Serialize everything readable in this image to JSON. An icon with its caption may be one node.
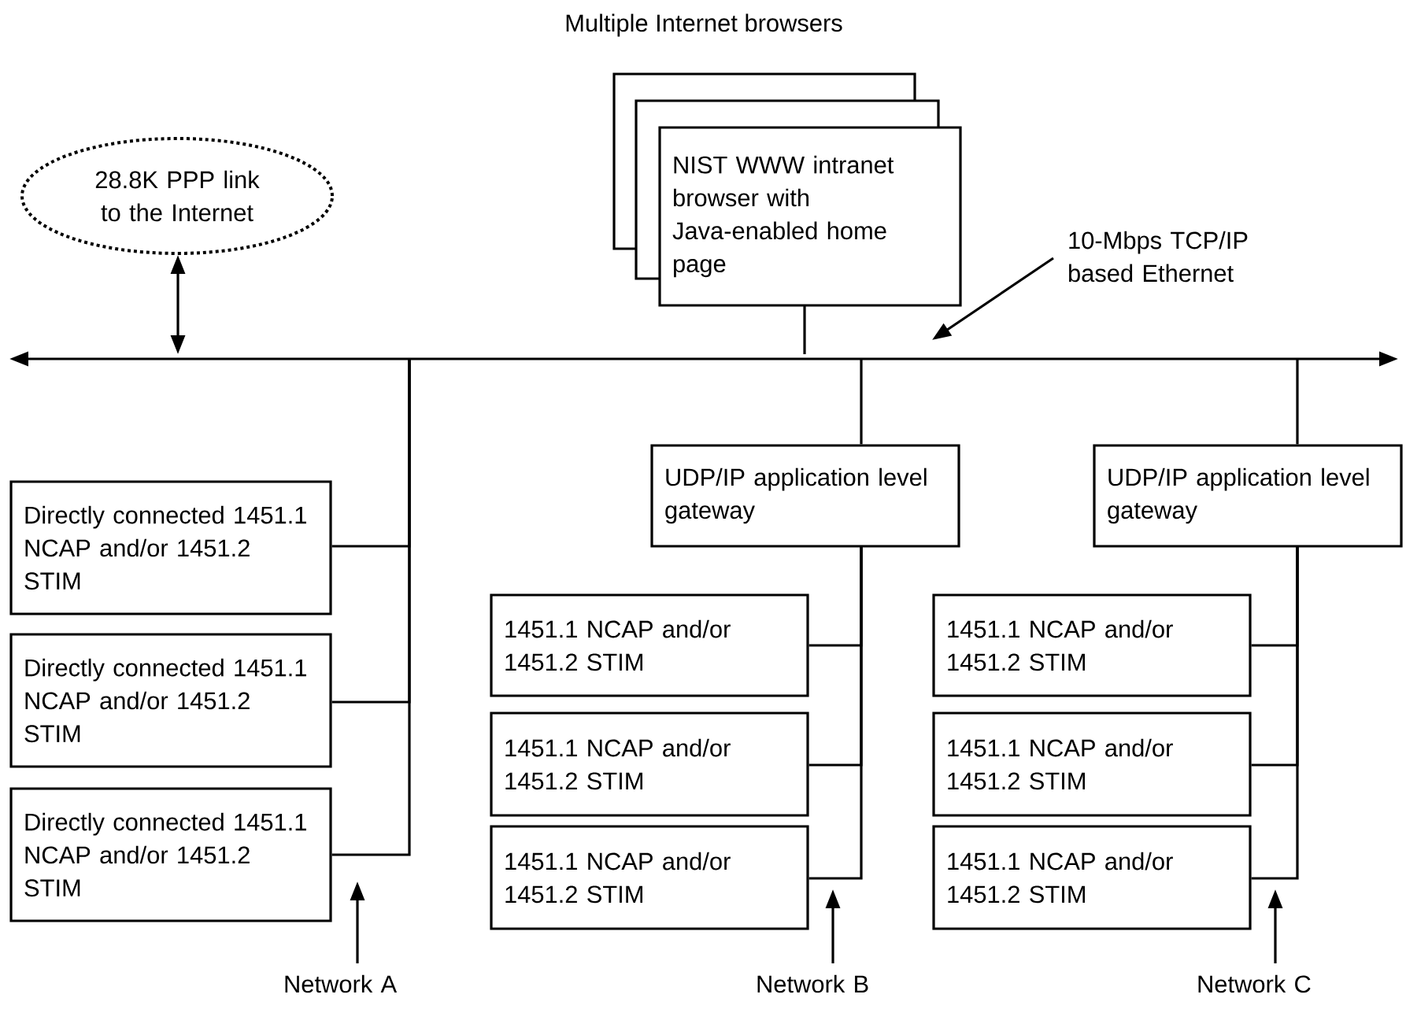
{
  "diagram": {
    "nodes": [
      {
        "text": [
          "28.8K PPP link to the Internet"
        ]
      },
      {
        "text": [
          "NIST WWW intranet browser with Java-enabled home page"
        ],
        "beside": [
          "Multiple Internet browsers"
        ]
      },
      {
        "text": [],
        "shape": "bar"
      },
      {
        "text": [
          "10-Mbps  TCP/IP based Ethernet"
        ]
      },
      {
        "text": [
          "UDP/IP application level gateway"
        ]
      },
      {
        "text": [
          "UDP/IP application level gateway"
        ]
      },
      {
        "text": [
          "Directly connected 1451.1 NCAP and/or 1451.2 STIM"
        ]
      },
      {
        "text": [
          "Directly connected 1451.1 NCAP and/or 1451.2 STIM"
        ]
      },
      {
        "text": [
          "Directly connected 1451.1 NCAP and/or 1451.2 STIM"
        ]
      },
      {
        "text": [
          "1451.1 NCAP and/or 1451.2 STIM"
        ]
      },
      {
        "text": [
          "1451.1 NCAP and/or 1451.2 STIM"
        ]
      },
      {
        "text": [
          "1451.1 NCAP and/or 1451.2 STIM"
        ]
      },
      {
        "text": [
          "1451.1 NCAP and/or 1451.2 STIM"
        ]
      },
      {
        "text": [
          "1451.1 NCAP and/or 1451.2 STIM"
        ]
      },
      {
        "text": [
          "1451.1 NCAP and/or 1451.2 STIM"
        ]
      },
      {
        "text": [
          "Network A"
        ]
      },
      {
        "text": [
          "Network B"
        ]
      },
      {
        "text": [
          "Network C"
        ]
      }
    ],
    "edges": [
      {
        "from": 0,
        "to": 2,
        "arrow": "both"
      },
      {
        "from": 1,
        "to": 2,
        "arrow": "none"
      },
      {
        "from": 3,
        "to": 2,
        "arrow": "to"
      },
      {
        "from": 2,
        "to": 6,
        "arrow": "none"
      },
      {
        "from": 2,
        "to": 7,
        "arrow": "none"
      },
      {
        "from": 2,
        "to": 8,
        "arrow": "none"
      },
      {
        "from": 2,
        "to": 4,
        "arrow": "none"
      },
      {
        "from": 4,
        "to": 9,
        "arrow": "none"
      },
      {
        "from": 4,
        "to": 10,
        "arrow": "none"
      },
      {
        "from": 4,
        "to": 11,
        "arrow": "none"
      },
      {
        "from": 2,
        "to": 5,
        "arrow": "none"
      },
      {
        "from": 5,
        "to": 12,
        "arrow": "none"
      },
      {
        "from": 5,
        "to": 13,
        "arrow": "none"
      },
      {
        "from": 5,
        "to": 14,
        "arrow": "none"
      },
      {
        "from": 15,
        "to": null,
        "arrow": "to"
      },
      {
        "from": 16,
        "to": null,
        "arrow": "to"
      },
      {
        "from": 17,
        "to": null,
        "arrow": "to"
      }
    ]
  }
}
